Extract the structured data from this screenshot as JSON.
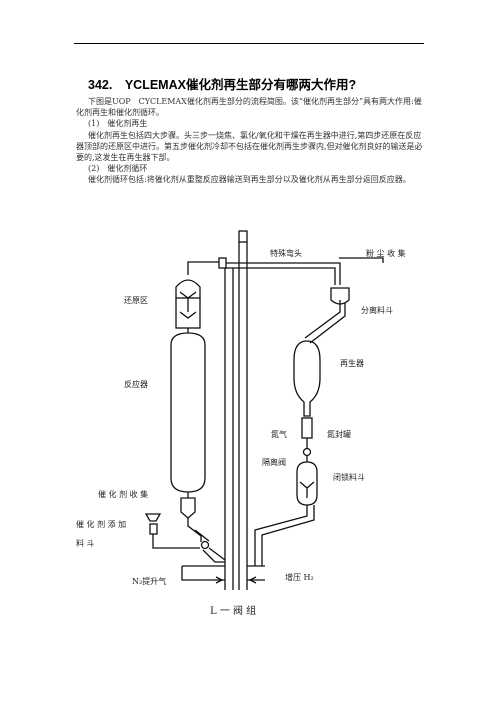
{
  "document": {
    "title": "342.　YCLEMAX催化剂再生部分有哪两大作用?",
    "paragraphs": [
      "下图是UOP　CYCLEMAX催化剂再生部分的流程简图。该“催化剂再生部分”具有两大作用:催化剂再生和催化剂循环。",
      "(1)　催化剂再生",
      "催化剂再生包括四大步骤。头三步一烧焦、氯化/氧化和干燥在再生器中进行,第四步还原在反应器顶部的还原区中进行。第五步催化剂冷却不包括在催化剂再生步骤内,但对催化剂良好的输送是必要的,这发生在再生器下部。",
      "(2)　催化剂循环",
      "催化剂循环包括:将催化剂从重整反应器输送到再生部分以及催化剂从再生部分返回反应器。"
    ]
  },
  "diagram": {
    "labels": {
      "special_elbow": "特殊弯头",
      "dust_collector": "粉 尘 收 集",
      "reduction_zone": "还原区",
      "separation_hopper": "分离料斗",
      "regenerator": "再生器",
      "reactor": "反应器",
      "nitrogen": "氮气",
      "nitrogen_seal": "氮封罐",
      "isolation_valve": "隔离阀",
      "lock_hopper": "闭锁料斗",
      "catalyst_collector": "催 化 剂 收 集",
      "catalyst_addition_hopper_1": "催 化 剂 添 加",
      "catalyst_addition_hopper_2": "料 斗",
      "n2_lift_gas": "N₂提升气",
      "booster_h2": "增压 H₂",
      "l_valve_group": "L 一 阀 组"
    }
  }
}
